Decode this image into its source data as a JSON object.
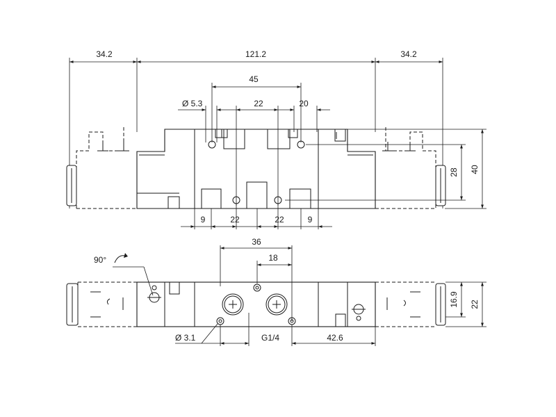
{
  "top_view": {
    "dims": {
      "coil_left": "34.2",
      "body_length": "121.2",
      "coil_right": "34.2",
      "mount_spacing": "45",
      "hole_diameter": "Ø 5.3",
      "port_pitch_upper": "22",
      "port_offset_upper": "20",
      "bottom_edge_left": "9",
      "bottom_pitch_1": "22",
      "bottom_pitch_2": "22",
      "bottom_edge_right": "9",
      "height_inner": "28",
      "height_total": "40"
    }
  },
  "side_view": {
    "dims": {
      "rotation": "90°",
      "port_span": "36",
      "port_half": "18",
      "small_hole": "Ø 3.1",
      "thread": "G1/4",
      "right_offset": "42.6",
      "height_inner": "16.9",
      "height_total": "22"
    }
  }
}
